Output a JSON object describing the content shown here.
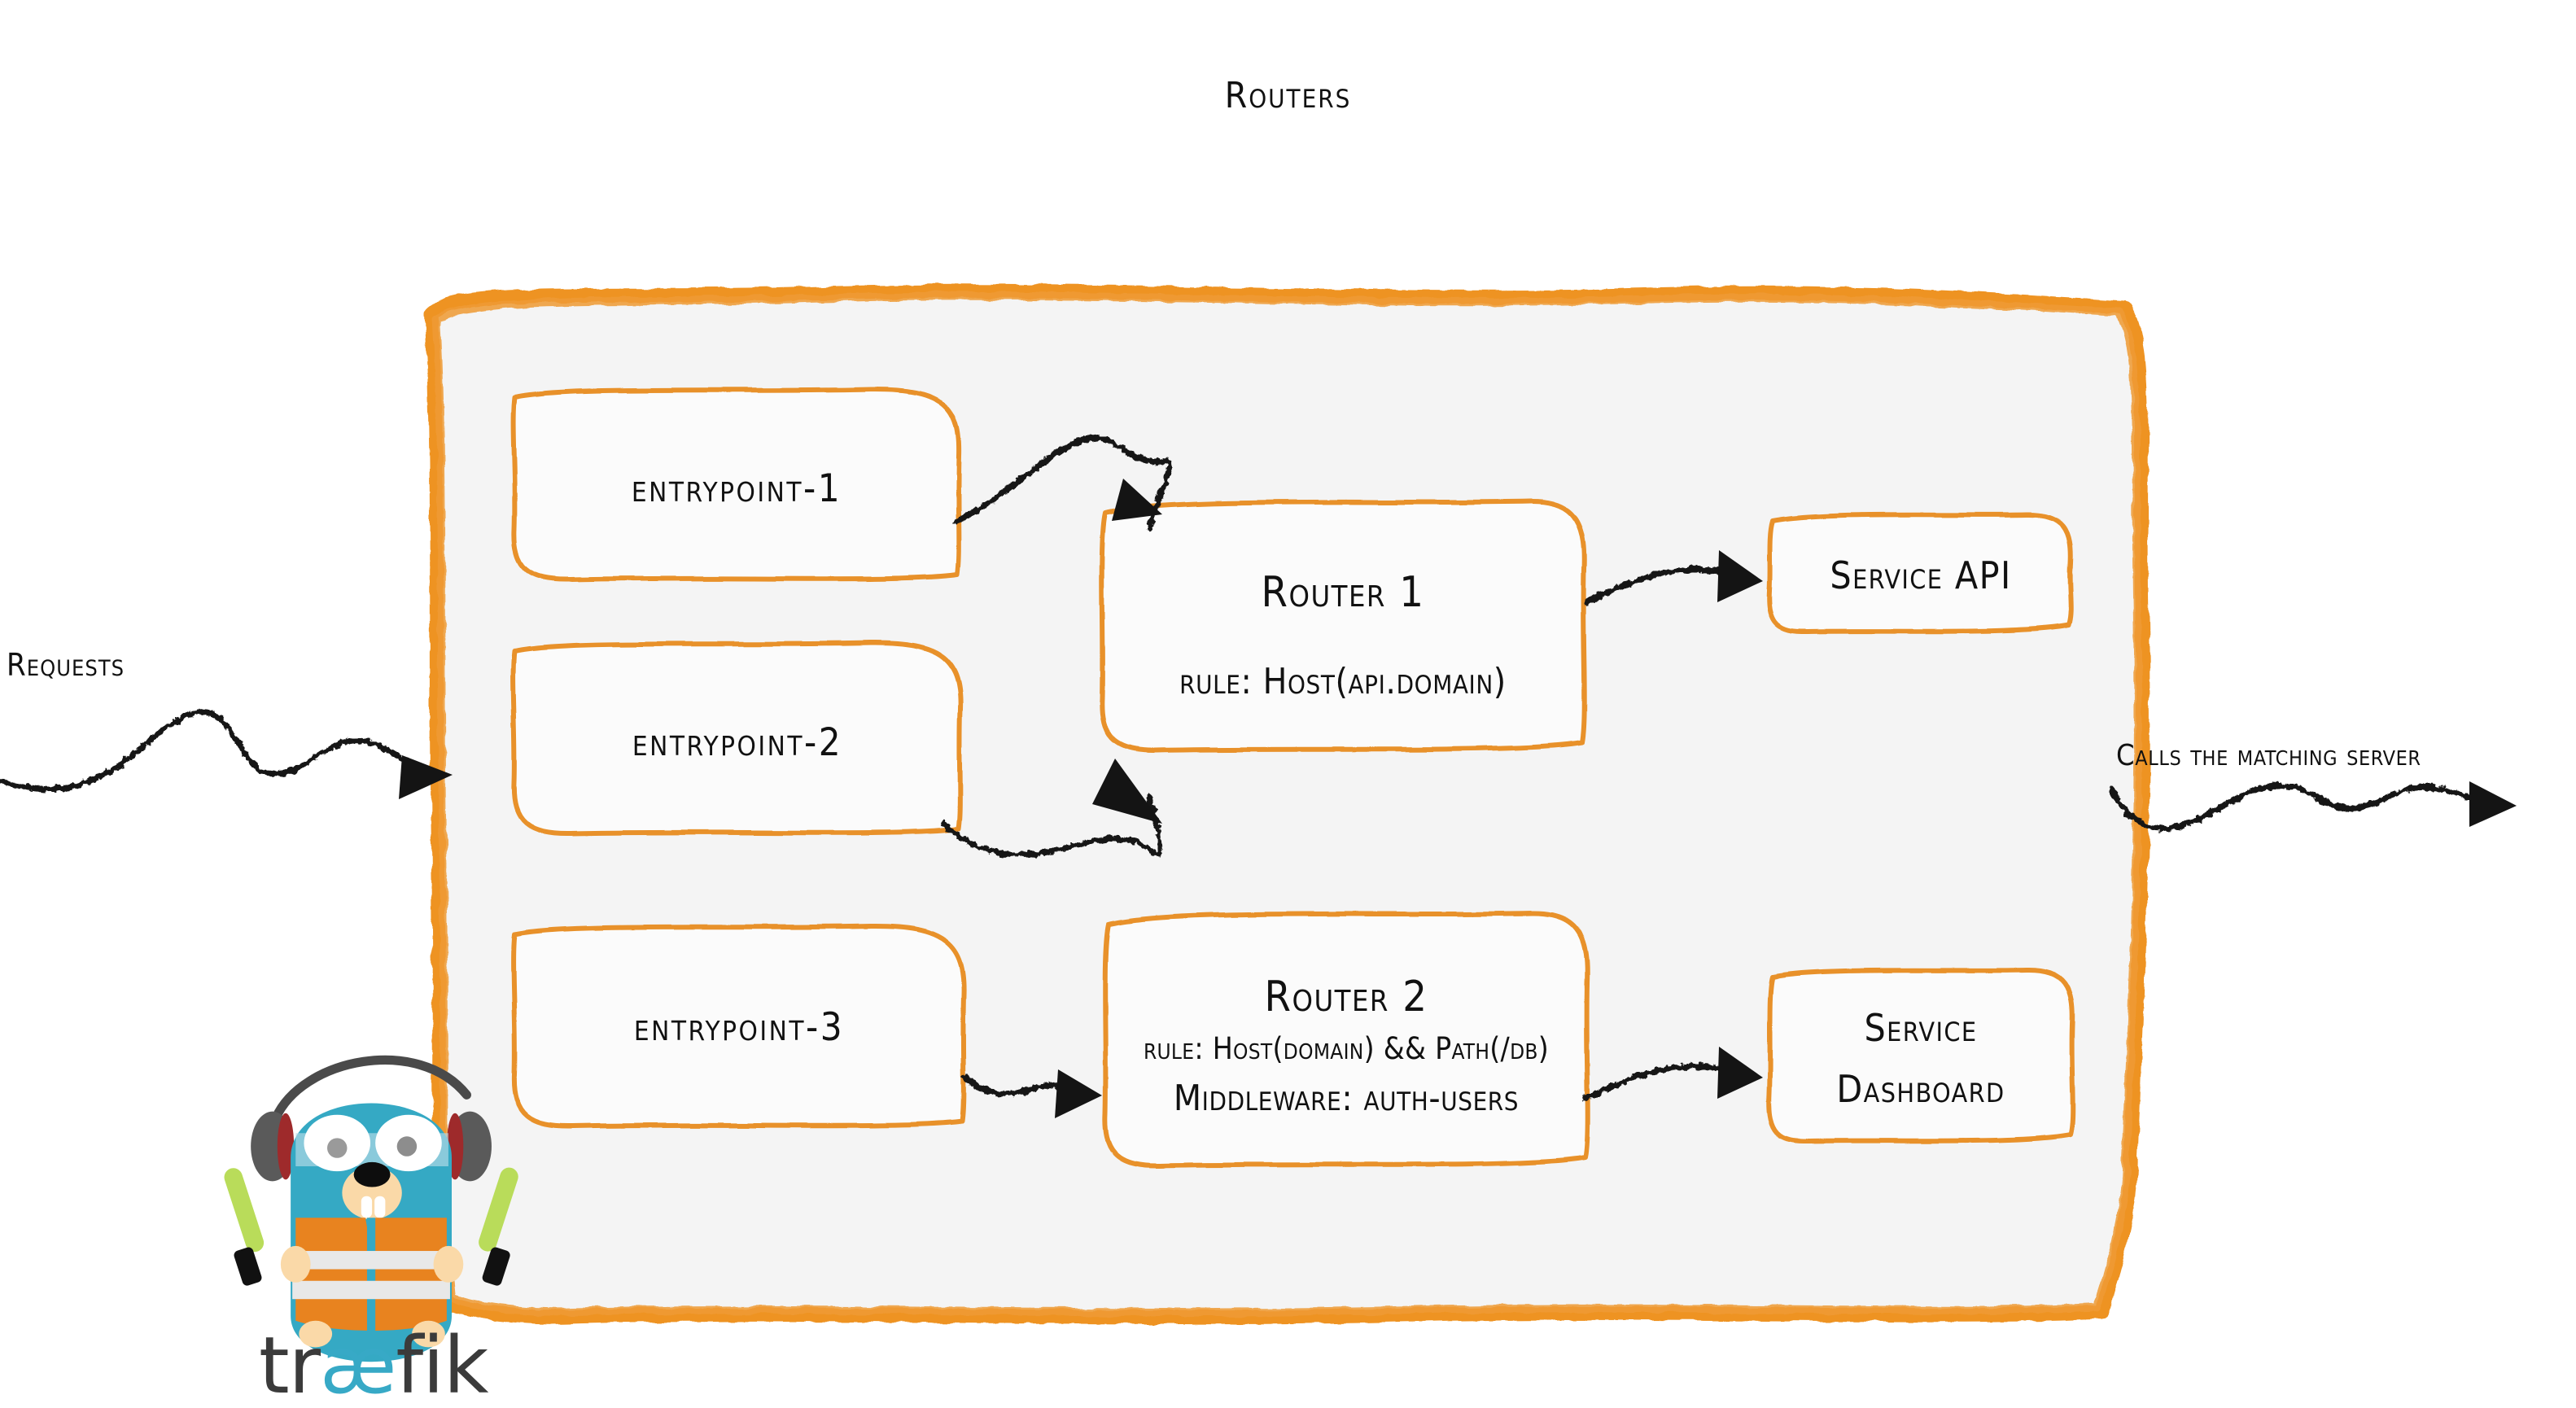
{
  "diagram": {
    "title": "Routers",
    "product": "traefik",
    "colors": {
      "accent_orange": "#ee9322",
      "box_orange": "#e8912a",
      "panel_fill": "#f4f4f4",
      "box_fill": "#fbfbfb",
      "ink": "#111111",
      "gopher_body": "#35a9c4",
      "gopher_vest": "#e8831f",
      "gopher_stripe": "#e8e8e8",
      "gopher_skin": "#fad9a8",
      "headphone_gray": "#5a5a5a",
      "headphone_red": "#9e2a2b",
      "wand_green": "#b9dc5a",
      "wordmark_dark": "#3b3b3b",
      "wordmark_cyan": "#37a9c6"
    },
    "entrypoints": [
      {
        "label": "entrypoint-1"
      },
      {
        "label": "entrypoint-2"
      },
      {
        "label": "entrypoint-3"
      }
    ],
    "routers": [
      {
        "name": "Router 1",
        "lines": [
          {
            "text": "rule: Host(api.domain)",
            "size": "normal"
          }
        ]
      },
      {
        "name": "Router 2",
        "lines": [
          {
            "text": "rule: Host(domain) && Path(/db)",
            "size": "small"
          },
          {
            "text": "Middleware: auth-users",
            "size": "normal"
          }
        ]
      }
    ],
    "services": [
      {
        "line1": "Service API",
        "line2": ""
      },
      {
        "line1": "Service",
        "line2": "Dashboard"
      }
    ],
    "annotations": {
      "incoming": "Requests",
      "outgoing": "Calls the matching server"
    },
    "wordmark": {
      "prefix": "tr",
      "ligature": "æ",
      "suffix": "fik"
    }
  }
}
